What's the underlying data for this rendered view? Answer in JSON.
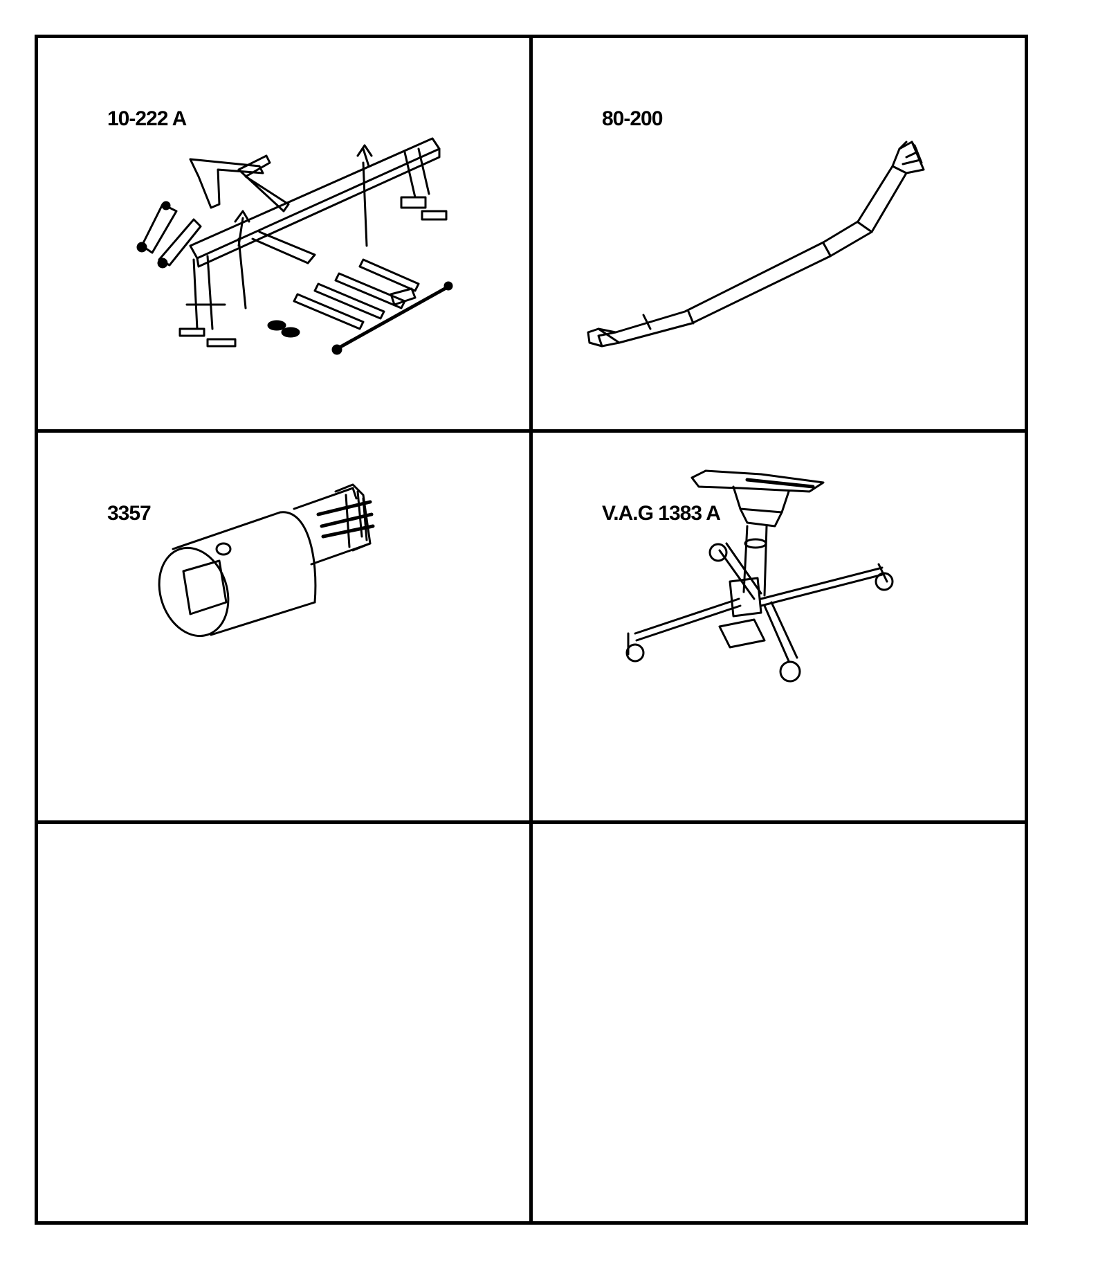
{
  "tools": [
    {
      "id": "10-222 A",
      "icon": "engine-support-bridge-icon"
    },
    {
      "id": "80-200",
      "icon": "pry-lever-icon"
    },
    {
      "id": "3357",
      "icon": "spline-socket-icon"
    },
    {
      "id": "V.A.G 1383 A",
      "icon": "transmission-jack-icon"
    }
  ]
}
